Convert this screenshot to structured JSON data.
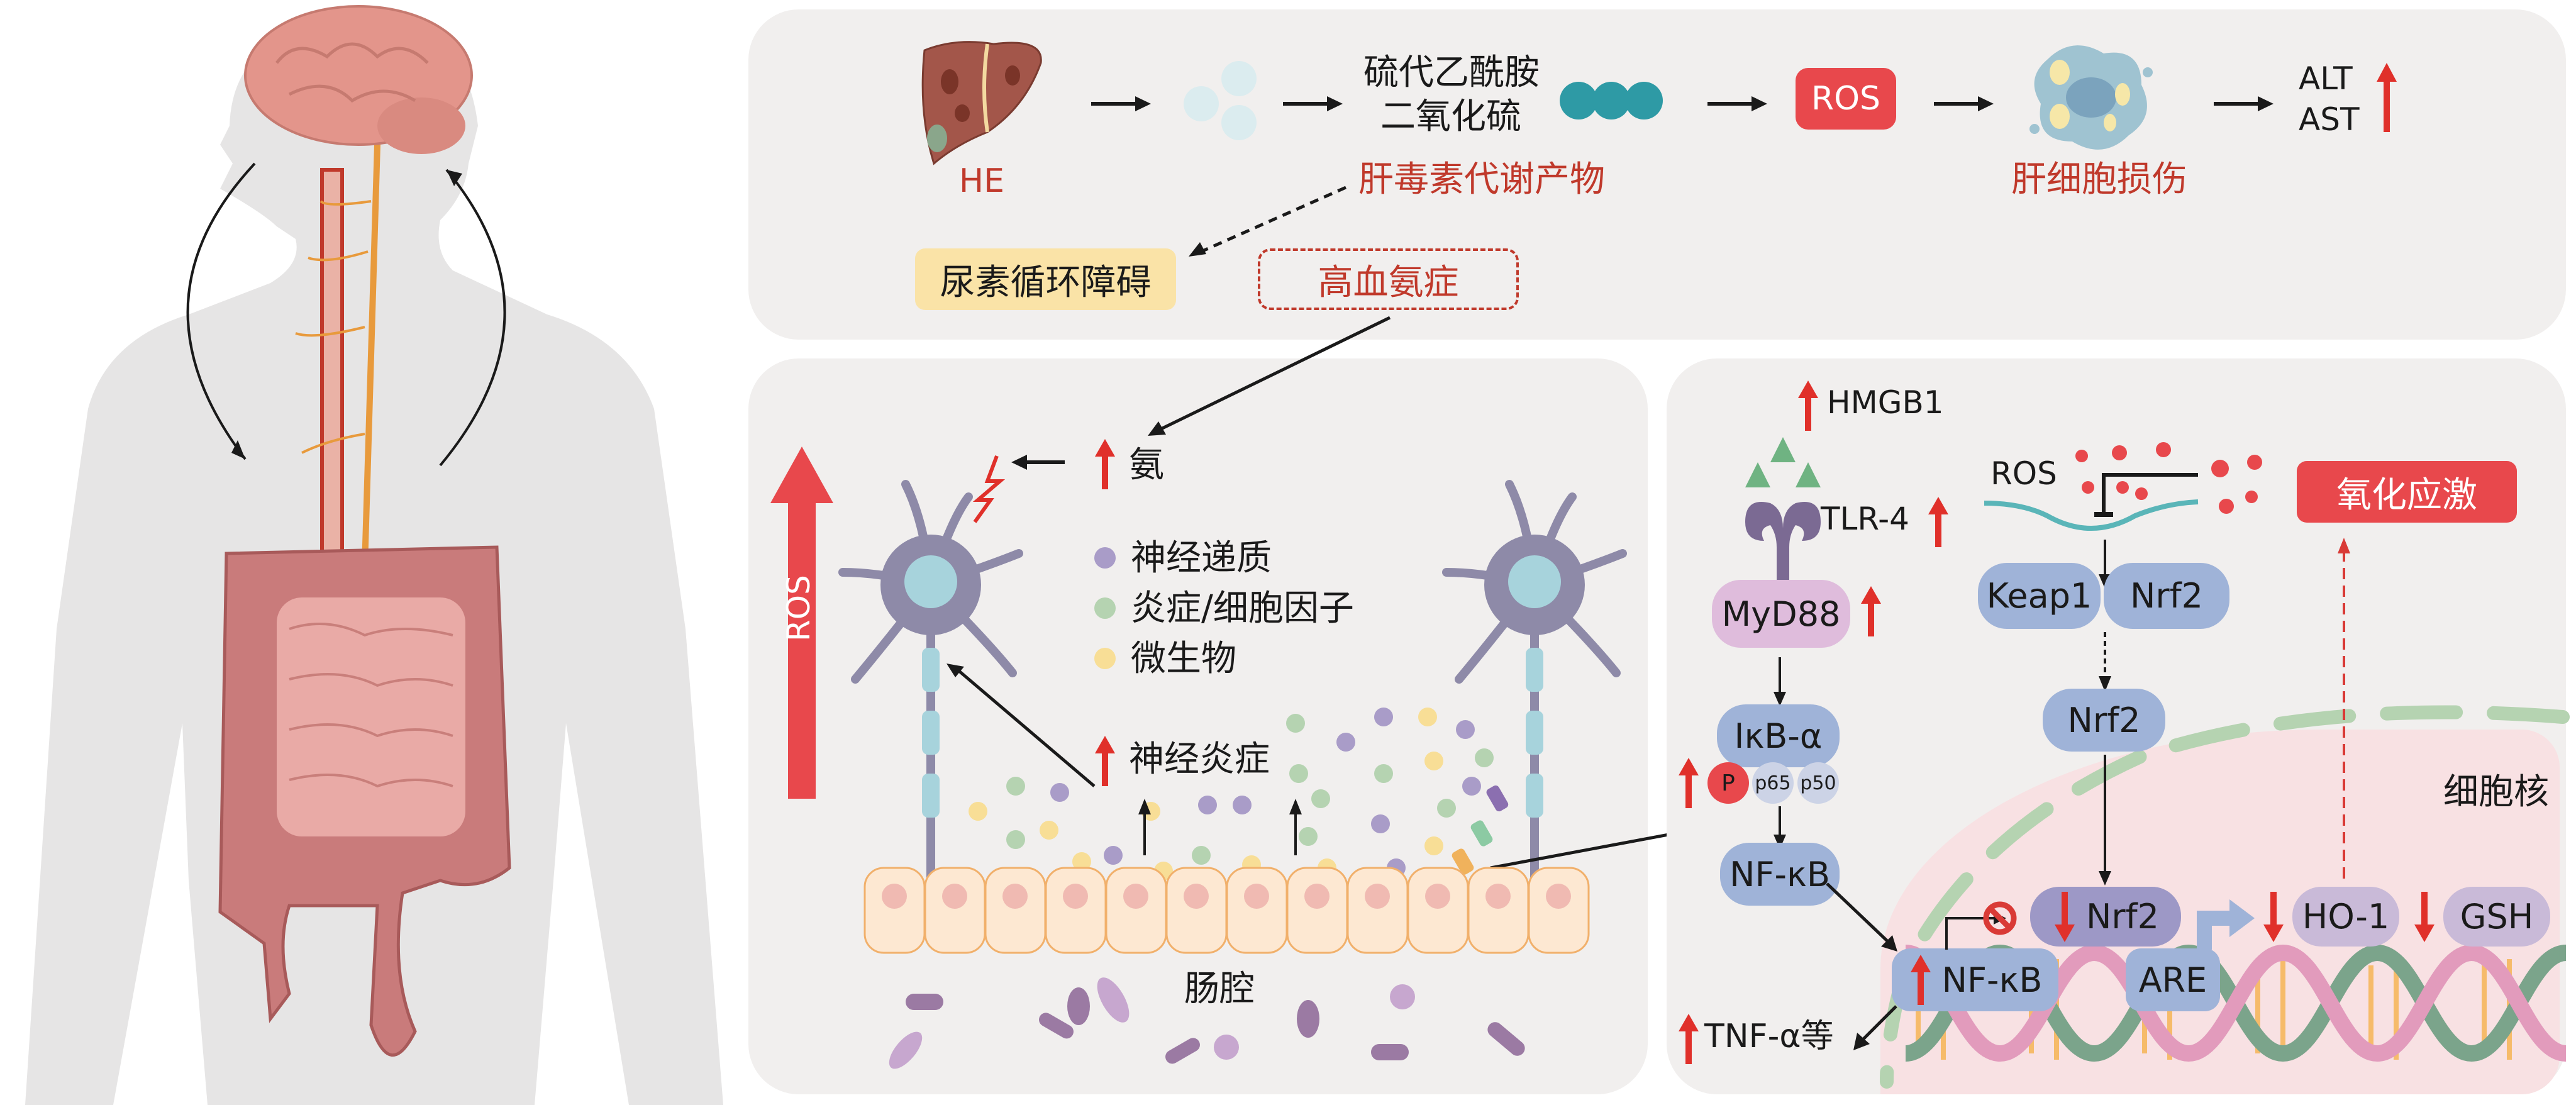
{
  "left_panel": {
    "description": "gut-brain axis human silhouette",
    "arrows": [
      "brain-to-gut",
      "gut-to-brain"
    ]
  },
  "top_panel": {
    "he_label": "HE",
    "metabolite_line1": "硫代乙酰胺",
    "metabolite_line2": "二氧化硫",
    "metabolite_caption": "肝毒素代谢产物",
    "ros_label": "ROS",
    "hepatocyte_caption": "肝细胞损伤",
    "enzyme1": "ALT",
    "enzyme2": "AST",
    "urea_box": "尿素循环障碍",
    "hyperammonemia_box": "高血氨症"
  },
  "middle_panel": {
    "ammonia_label": "氨",
    "ros_bar_label": "ROS",
    "legend": [
      {
        "label": "神经递质",
        "color": "#a99cc8"
      },
      {
        "label": "炎症/细胞因子",
        "color": "#b5d3b1"
      },
      {
        "label": "微生物",
        "color": "#f8de96"
      }
    ],
    "neuroinflammation_label": "神经炎症",
    "gut_lumen_label": "肠腔"
  },
  "right_panel": {
    "hmgb1_label": "HMGB1",
    "tlr4_label": "TLR-4",
    "myd88_label": "MyD88",
    "ikba_label": "IκB-α",
    "p_label": "P",
    "p65_label": "p65",
    "p50_label": "p50",
    "nfkb_label": "NF-κB",
    "tnf_label": "TNF-α等",
    "ros_label": "ROS",
    "keap1_label": "Keap1",
    "nrf2_label": "Nrf2",
    "nrf2_free_label": "Nrf2",
    "oxidative_stress_label": "氧化应激",
    "nucleus_label": "细胞核",
    "nucleus_nfkb_label": "NF-κB",
    "nucleus_nrf2_label": "Nrf2",
    "are_label": "ARE",
    "ho1_label": "HO-1",
    "gsh_label": "GSH"
  },
  "colors": {
    "panel_bg": "#f1efee",
    "accent_red": "#e8484c",
    "arrow_red": "#e0302a",
    "text_red": "#c0392b",
    "protein_blue": "#9fb3d8",
    "nucleus_pink": "#f8e1e3",
    "neuron_purple": "#8e8aa8",
    "axon_blue": "#a7d3dc"
  }
}
